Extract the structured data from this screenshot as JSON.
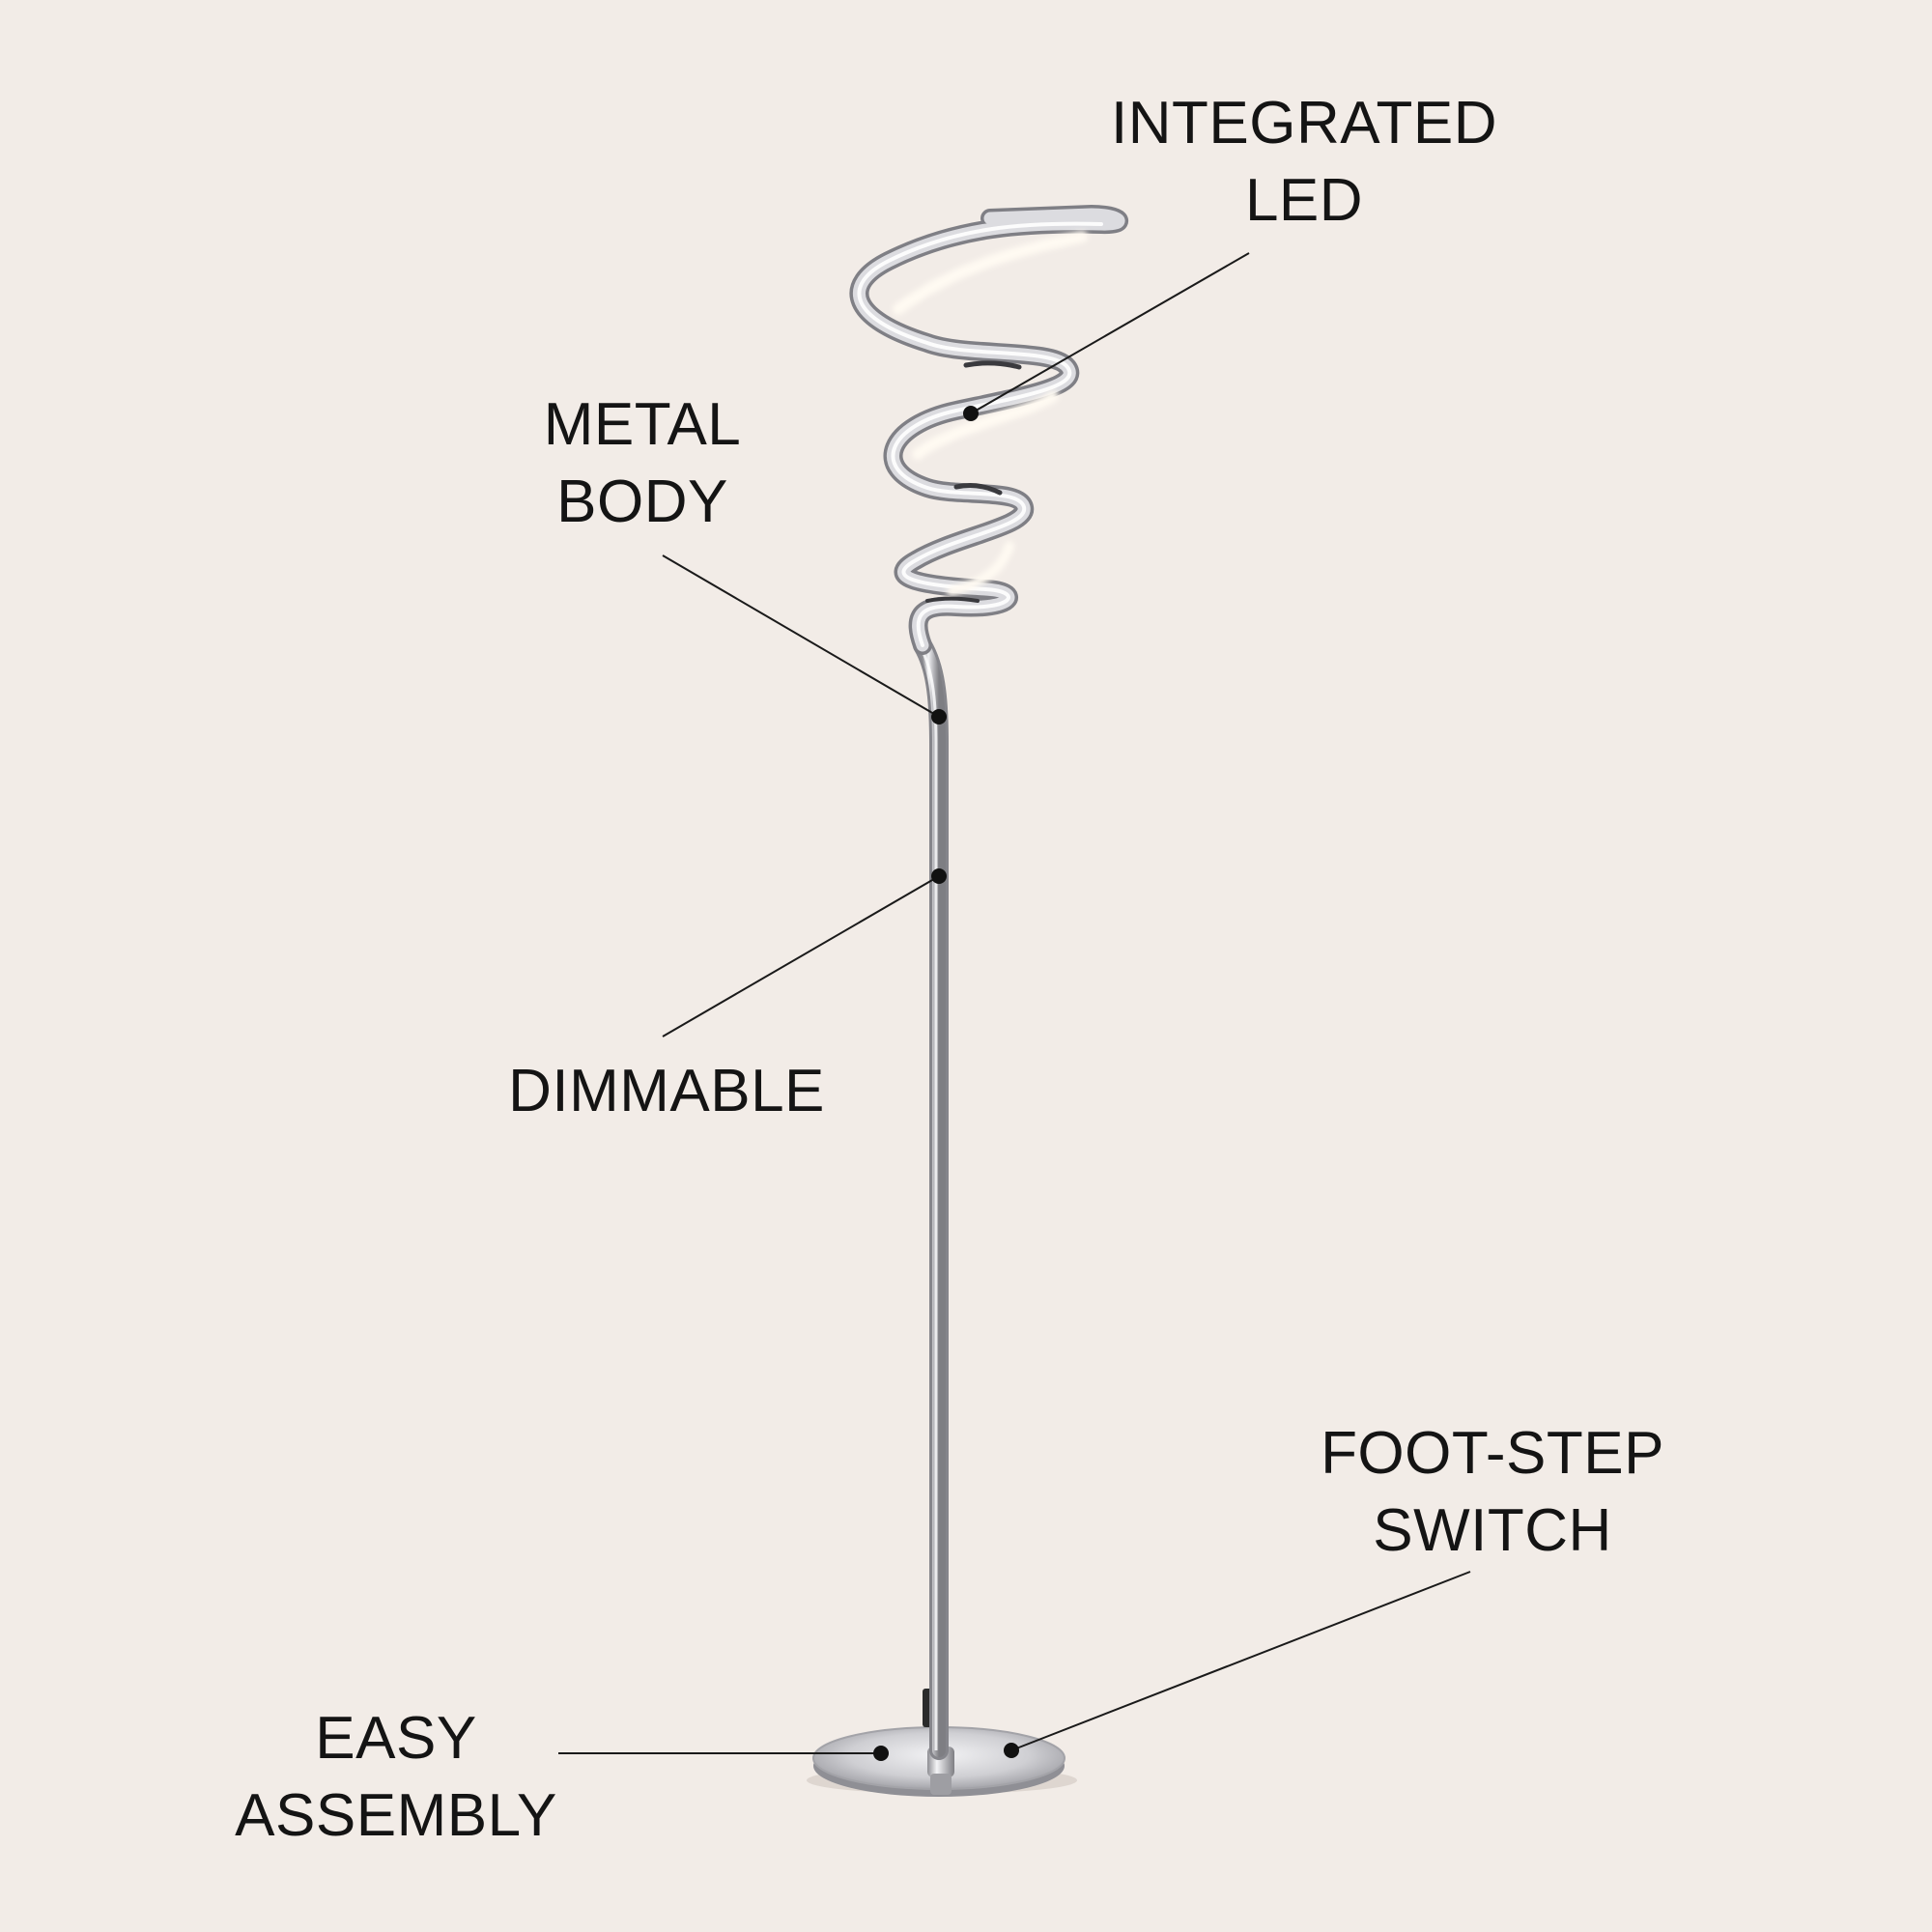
{
  "image": {
    "subject": "spiral LED floor lamp",
    "colors": {
      "background": "#f2ece7",
      "text": "#141414",
      "chrome": "#b9b9bd",
      "led_glow": "#fffaf2"
    }
  },
  "features": {
    "integrated_led": {
      "line1": "INTEGRATED",
      "line2": "LED"
    },
    "metal_body": {
      "line1": "METAL",
      "line2": "BODY"
    },
    "dimmable": {
      "line1": "DIMMABLE"
    },
    "foot_step_switch": {
      "line1": "FOOT-STEP",
      "line2": "SWITCH"
    },
    "easy_assembly": {
      "line1": "EASY",
      "line2": "ASSEMBLY"
    }
  }
}
